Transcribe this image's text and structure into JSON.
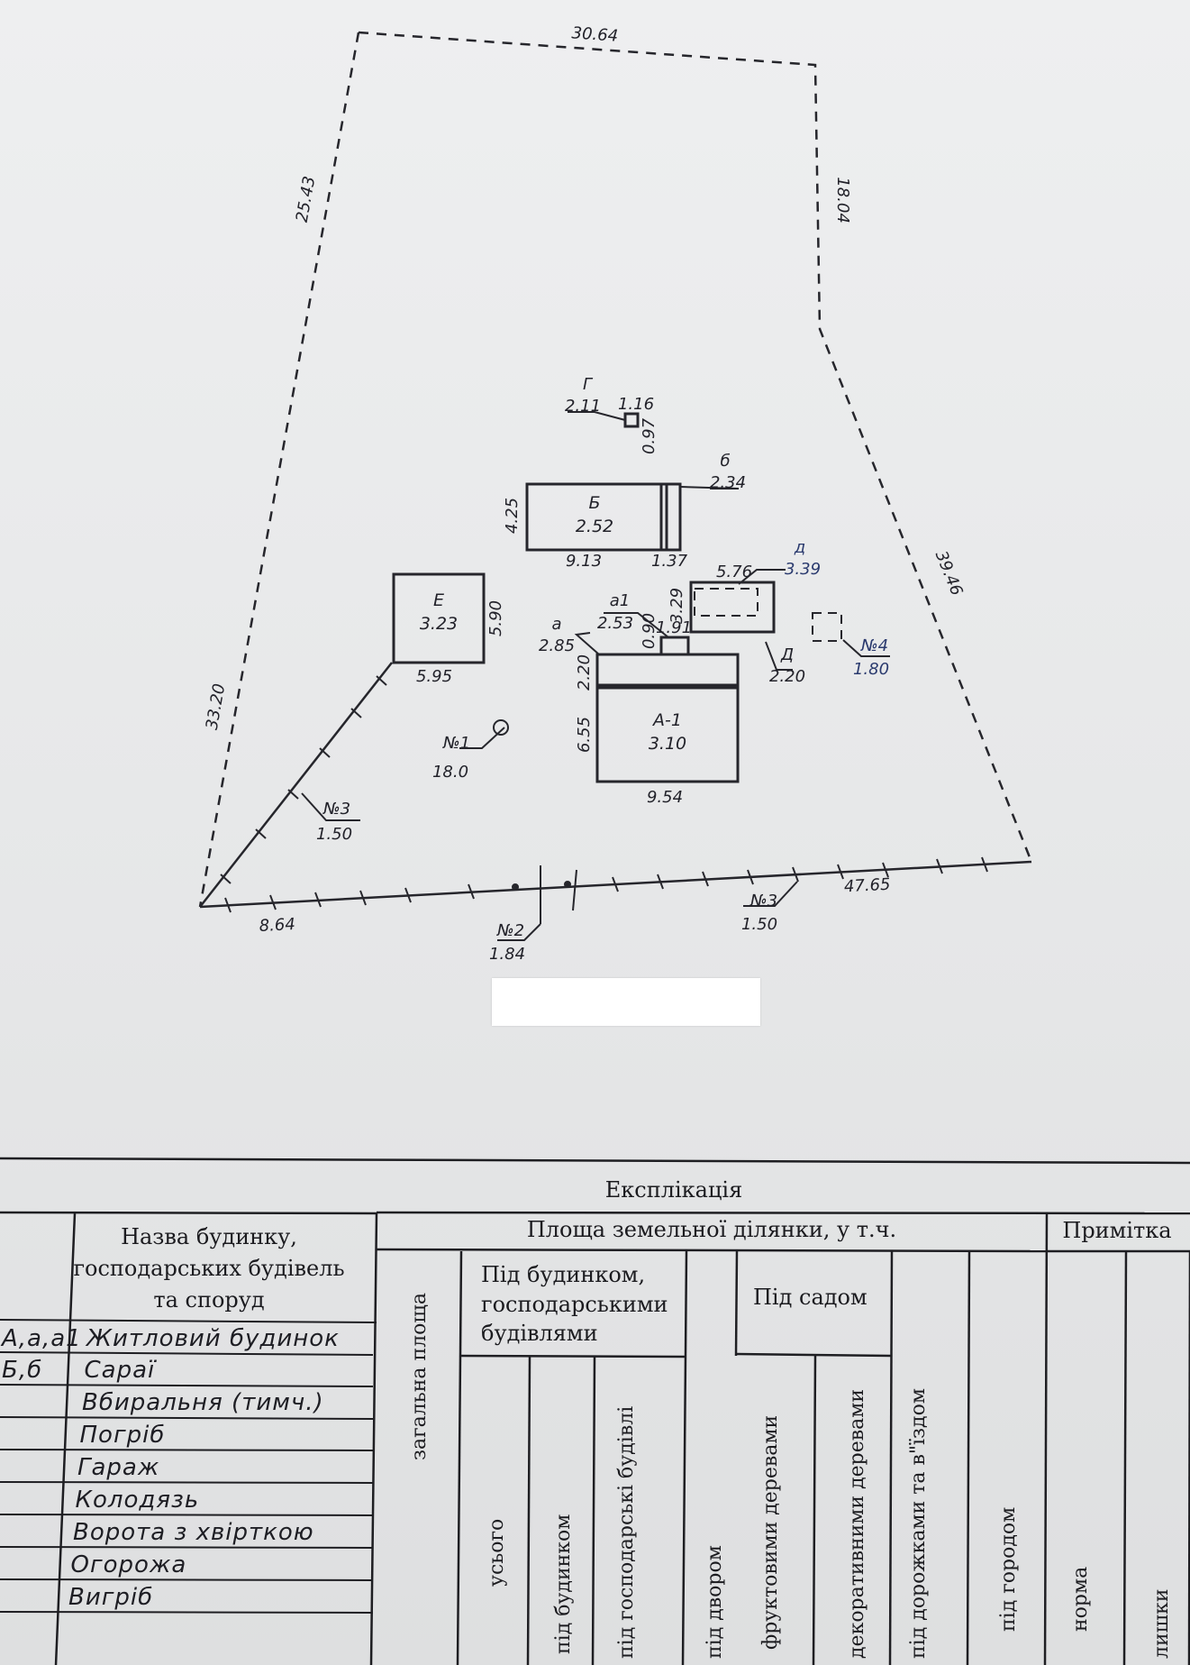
{
  "plan": {
    "perimeter_dims": {
      "top": "30.64",
      "left_upper": "25.43",
      "right_upper": "18.04",
      "right_lower": "39.46",
      "left_lower": "33.20",
      "bottom_right": "47.65",
      "bottom_left": "8.64"
    },
    "buildings": {
      "G": {
        "name": "Г",
        "value": "2.11",
        "w": "1.16",
        "h": "0.97"
      },
      "B": {
        "name": "Б",
        "value": "2.52",
        "w": "9.13",
        "h": "4.25",
        "annex_w": "1.37"
      },
      "b": {
        "name": "б",
        "value": "2.34"
      },
      "E": {
        "name": "Е",
        "value": "3.23",
        "w": "5.95",
        "h": "5.90"
      },
      "A1": {
        "name": "А-1",
        "value": "3.10",
        "w": "9.54",
        "h": "6.55"
      },
      "a": {
        "name": "а",
        "value": "2.85",
        "h": "2.20"
      },
      "a1": {
        "name": "а1",
        "value": "2.53",
        "w": "1.91",
        "h": "0.90"
      },
      "D": {
        "name": "Д",
        "value": "2.20",
        "w": "5.76",
        "h": "3.29"
      },
      "d": {
        "name": "д",
        "value": "3.39"
      }
    },
    "items": {
      "n1": {
        "name": "№1",
        "value": "18.0"
      },
      "n2": {
        "name": "№2",
        "value": "1.84"
      },
      "n3a": {
        "name": "№3",
        "value": "1.50"
      },
      "n3b": {
        "name": "№3",
        "value": "1.50"
      },
      "n4": {
        "name": "№4",
        "value": "1.80"
      }
    }
  },
  "explication": {
    "title": "Експлікація",
    "col_name_header": "Назва будинку, господарських будівель та споруд",
    "land_area_header": "Площа земельної ділянки, у т.ч.",
    "note_header": "Примітка",
    "under_buildings_header": "Під будинком, господарськими будівлями",
    "under_garden_header": "Під садом",
    "sub_headers": {
      "total": "загальна площа",
      "all": "усього",
      "under_house": "під будинком",
      "under_outbuildings": "під господарські будівлі",
      "under_yard": "під двором",
      "fruit": "фруктовими деревами",
      "decorative": "декоративними деревами",
      "paths": "під дорожками та в\"їздом",
      "garden": "під городом",
      "norm": "норма",
      "excess": "лишки"
    },
    "rows": [
      {
        "letter": "А,а,а1",
        "name": "Житловий будинок"
      },
      {
        "letter": "Б,б",
        "name": "Сараї"
      },
      {
        "letter": "",
        "name": "Вбиральня (тимч.)"
      },
      {
        "letter": "",
        "name": "Погріб"
      },
      {
        "letter": "",
        "name": "Гараж"
      },
      {
        "letter": "",
        "name": "Колодязь"
      },
      {
        "letter": "",
        "name": "Ворота з хвірткою"
      },
      {
        "letter": "",
        "name": "Огорожа"
      },
      {
        "letter": "",
        "name": "Вигріб"
      }
    ]
  }
}
